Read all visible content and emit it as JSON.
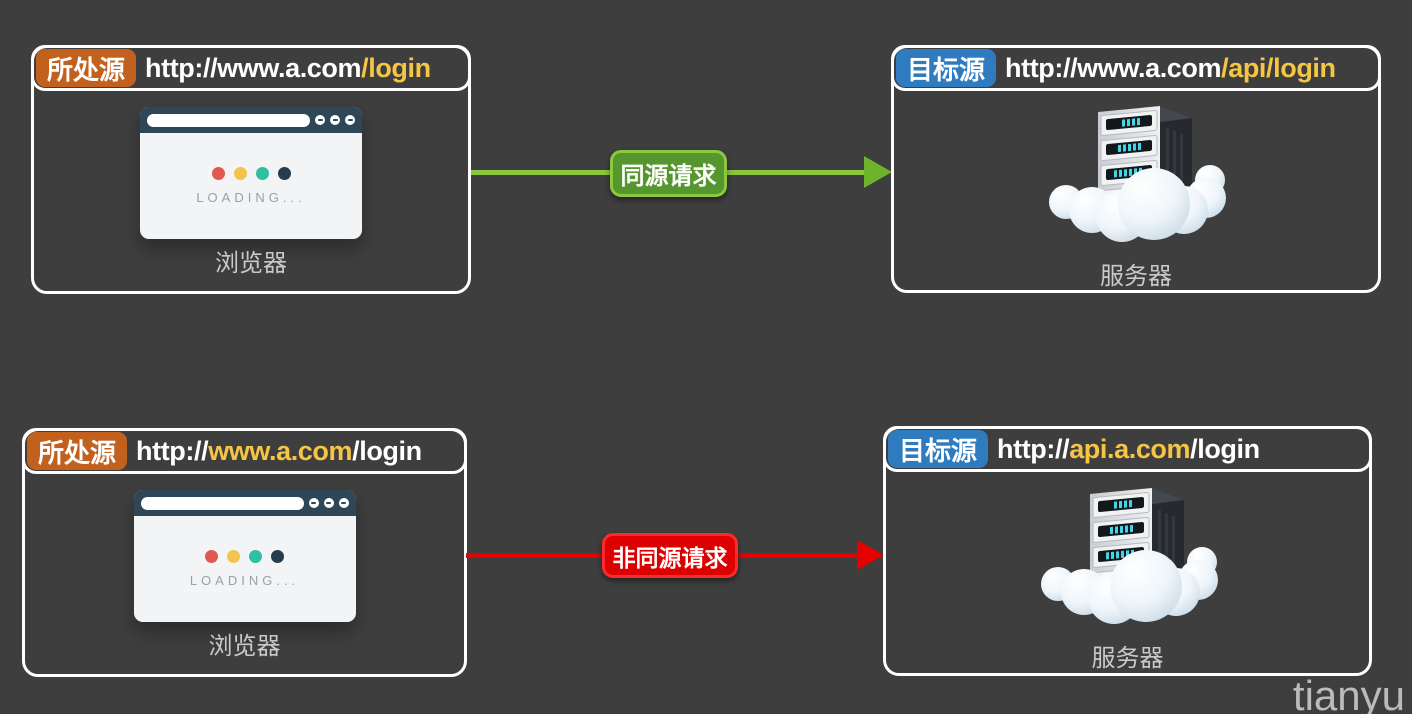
{
  "page": {
    "background_color": "#3e3e3e",
    "watermark": "tianyu"
  },
  "colors": {
    "origin_badge": "#c2611e",
    "target_badge": "#2e7cbf",
    "url_highlight_yellow": "#f5c644",
    "panel_border": "#ffffff",
    "same_origin_line": "#8bc43e",
    "same_origin_label_fill": "#55962e",
    "same_origin_label_border": "#8dc63f",
    "cross_origin_line": "#e60000",
    "cross_origin_label_fill": "#de0000",
    "browser_titlebar": "#2e4757"
  },
  "browser_illustration": {
    "label": "浏览器",
    "loading_text": "LOADING...",
    "dot_colors": [
      "#e25752",
      "#f2c44d",
      "#2fbfa3",
      "#253d4d"
    ]
  },
  "server_illustration": {
    "label": "服务器"
  },
  "rows": [
    {
      "source": {
        "badge": "所处源",
        "url_parts": [
          {
            "text": "http://www.a.com",
            "color": "white"
          },
          {
            "text": "/login",
            "color": "yellow"
          }
        ]
      },
      "arrow": {
        "label": "同源请求",
        "kind": "same-origin"
      },
      "target": {
        "badge": "目标源",
        "url_parts": [
          {
            "text": "http://www.a.com",
            "color": "white"
          },
          {
            "text": "/api/login",
            "color": "yellow"
          }
        ]
      }
    },
    {
      "source": {
        "badge": "所处源",
        "url_parts": [
          {
            "text": "http://",
            "color": "white"
          },
          {
            "text": "www.a.com",
            "color": "yellow"
          },
          {
            "text": "/login",
            "color": "white"
          }
        ]
      },
      "arrow": {
        "label": "非同源请求",
        "kind": "cross-origin"
      },
      "target": {
        "badge": "目标源",
        "url_parts": [
          {
            "text": "http://",
            "color": "white"
          },
          {
            "text": "api.a.com",
            "color": "yellow"
          },
          {
            "text": "/login",
            "color": "white"
          }
        ]
      }
    }
  ]
}
